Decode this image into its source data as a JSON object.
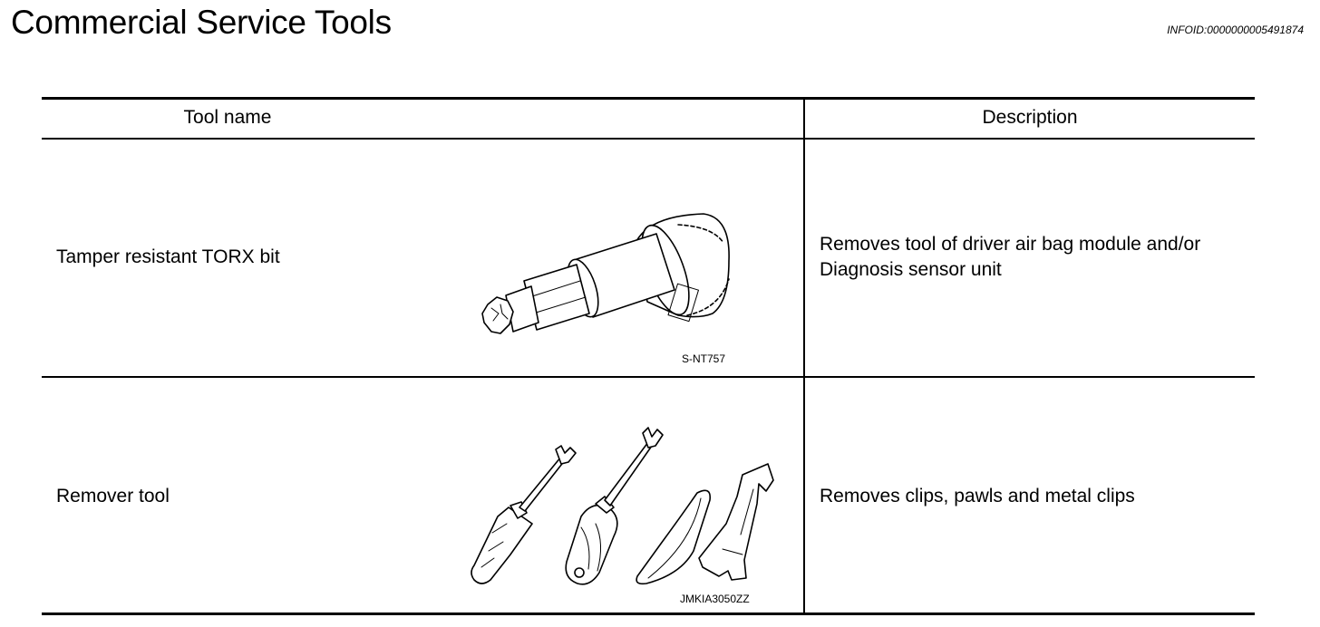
{
  "header": {
    "title": "Commercial Service Tools",
    "info_id": "INFOID:0000000005491874"
  },
  "table": {
    "columns": [
      "Tool name",
      "Description"
    ],
    "rows": [
      {
        "tool_name": "Tamper resistant TORX bit",
        "figure_code": "S-NT757",
        "figure_icon": "torx-bit-illustration",
        "description_lines": [
          "Removes tool of driver air bag module and/or",
          "Diagnosis sensor unit"
        ]
      },
      {
        "tool_name": "Remover tool",
        "figure_code": "JMKIA3050ZZ",
        "figure_icon": "remover-tools-illustration",
        "description_lines": [
          "Removes clips, pawls and metal clips"
        ]
      }
    ]
  }
}
